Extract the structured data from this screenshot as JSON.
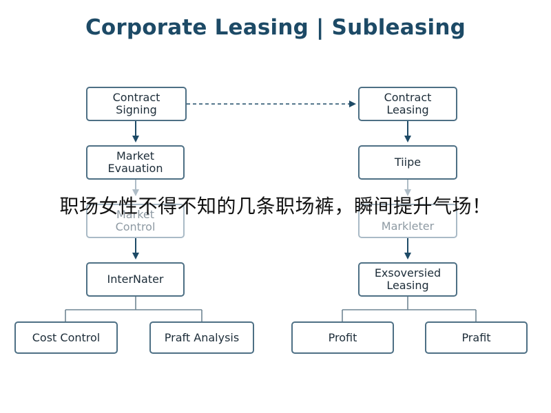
{
  "title": "Corporate Leasing | Subleasing",
  "left_column": {
    "contract_signing": [
      "Contract",
      "Signing"
    ],
    "market_evaluation": [
      "Market",
      "Evauation"
    ],
    "market_control": [
      "Market",
      "Control"
    ],
    "internater": "InterNater",
    "cost_control": "Cost Control",
    "profit_analysis": "Praft Analysis"
  },
  "right_column": {
    "contract_leasing": [
      "Contract",
      "Leasing"
    ],
    "tiipe": "Tiipe",
    "markleter": "Markleter",
    "exsoversied_leasing": [
      "Exsoversied",
      "Leasing"
    ],
    "profit": "Profit",
    "prafit": "Prafit"
  },
  "overlay_text": "职场女性不得不知的几条职场裤，瞬间提升气场！",
  "colors": {
    "title": "#1d4a66",
    "box_border": "#4d6f84",
    "arrow": "#1d4a66",
    "connector": "#6f8593"
  }
}
